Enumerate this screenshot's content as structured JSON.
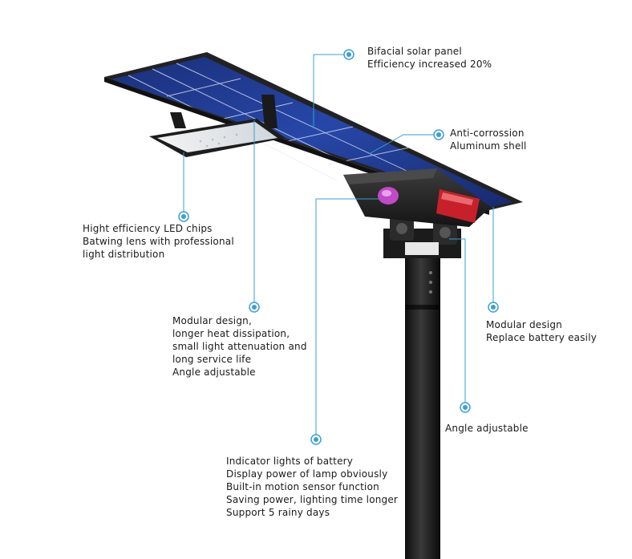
{
  "callouts": {
    "solar_panel": [
      "Bifacial solar panel",
      "Efficiency increased 20%"
    ],
    "shell": [
      "Anti-corrossion",
      "Aluminum shell"
    ],
    "led_chips": [
      "Hight efficiency LED chips",
      "Batwing lens with professional",
      "light distribution"
    ],
    "modular_lamp": [
      "Modular design,",
      "longer heat dissipation,",
      "small light attenuation and",
      "long service life",
      "Angle adjustable"
    ],
    "battery_module": [
      "Modular design",
      "Replace battery easily"
    ],
    "bracket": [
      "Angle adjustable"
    ],
    "indicator": [
      "Indicator lights of battery",
      "Display power of lamp obviously",
      "Built-in motion sensor function",
      "Saving power, lighting time longer",
      "Support 5 rainy days"
    ]
  },
  "colors": {
    "accent": "#3a9fd8",
    "panel_cell": "#1e3a8a",
    "frame": "#1f1f1f",
    "indicator": "#c04ac8",
    "battery_red": "#c8202a"
  },
  "icons": {
    "callout_dot": "callout-dot-icon"
  }
}
